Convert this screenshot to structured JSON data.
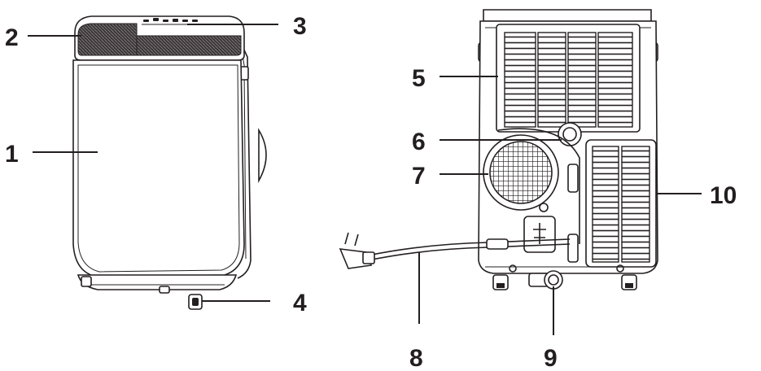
{
  "callouts": {
    "c1": "1",
    "c2": "2",
    "c3": "3",
    "c4": "4",
    "c5": "5",
    "c6": "6",
    "c7": "7",
    "c8": "8",
    "c9": "9",
    "c10": "10"
  },
  "colors": {
    "line": "#231f20",
    "background": "#ffffff"
  }
}
